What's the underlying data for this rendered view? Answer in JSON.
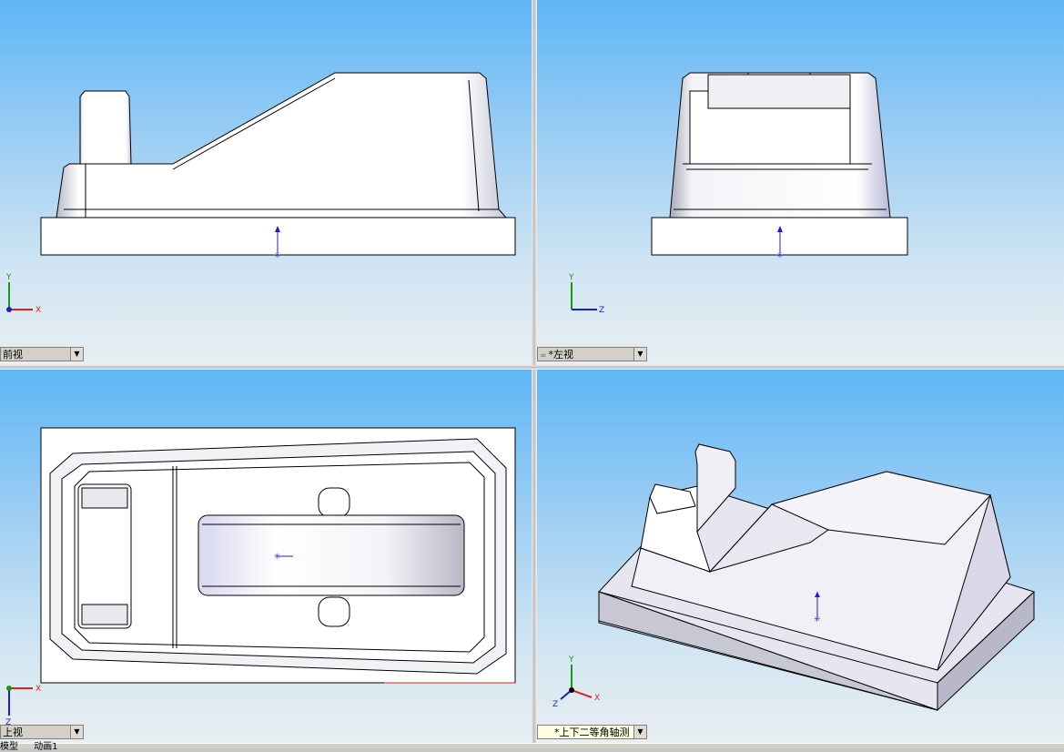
{
  "views": {
    "front": {
      "label": "前视"
    },
    "left": {
      "label": "*左视",
      "prefix": "∞"
    },
    "top": {
      "label": "上视"
    },
    "iso": {
      "label": "*上下二等角轴测"
    }
  },
  "axes": {
    "front": {
      "a": "Y",
      "b": "X"
    },
    "left": {
      "a": "Y",
      "b": "Z"
    },
    "top": {
      "a": "X",
      "b": "Z"
    },
    "iso": {
      "a": "Y",
      "b": "X",
      "c": "Z"
    }
  },
  "tabs": {
    "model": "模型",
    "motion": "动画1"
  },
  "colors": {
    "axis_red": "#e02020",
    "axis_green": "#10a010",
    "axis_blue": "#1e1ec8"
  }
}
